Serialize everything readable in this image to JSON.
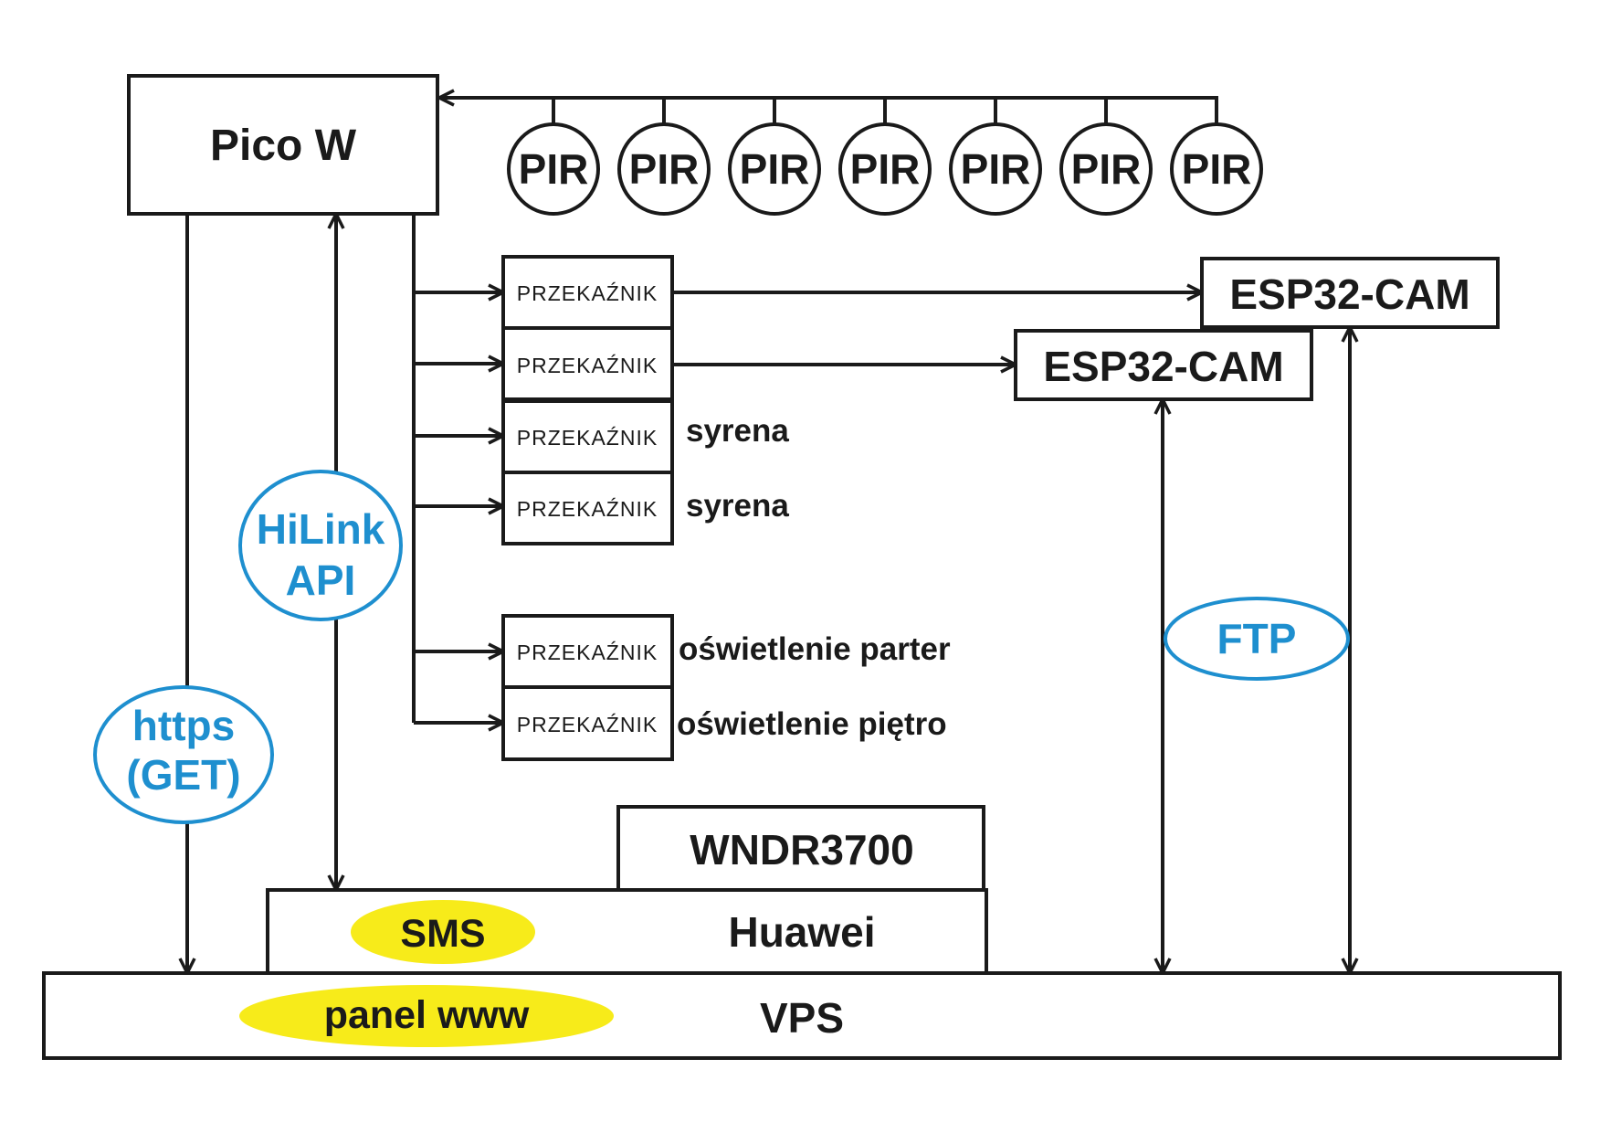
{
  "nodes": {
    "pico": "Pico W",
    "pir": [
      "PIR",
      "PIR",
      "PIR",
      "PIR",
      "PIR",
      "PIR",
      "PIR"
    ],
    "relays": [
      "PRZEKAŹNIK",
      "PRZEKAŹNIK",
      "PRZEKAŹNIK",
      "PRZEKAŹNIK",
      "PRZEKAŹNIK",
      "PRZEKAŹNIK"
    ],
    "cam1": "ESP32-CAM",
    "cam2": "ESP32-CAM",
    "router": "WNDR3700",
    "huawei": "Huawei",
    "vps": "VPS"
  },
  "relay_outputs": {
    "syrena1": "syrena",
    "syrena2": "syrena",
    "light_ground": "oświetlenie parter",
    "light_floor": "oświetlenie piętro"
  },
  "protocols": {
    "hilink_line1": "HiLink",
    "hilink_line2": "API",
    "https_line1": "https",
    "https_line2": "(GET)",
    "ftp": "FTP"
  },
  "features": {
    "sms": "SMS",
    "panel": "panel www"
  },
  "colors": {
    "line": "#1a1a1a",
    "protocol_blue": "#1e8fcf",
    "highlight_yellow": "#f7eb1a"
  }
}
